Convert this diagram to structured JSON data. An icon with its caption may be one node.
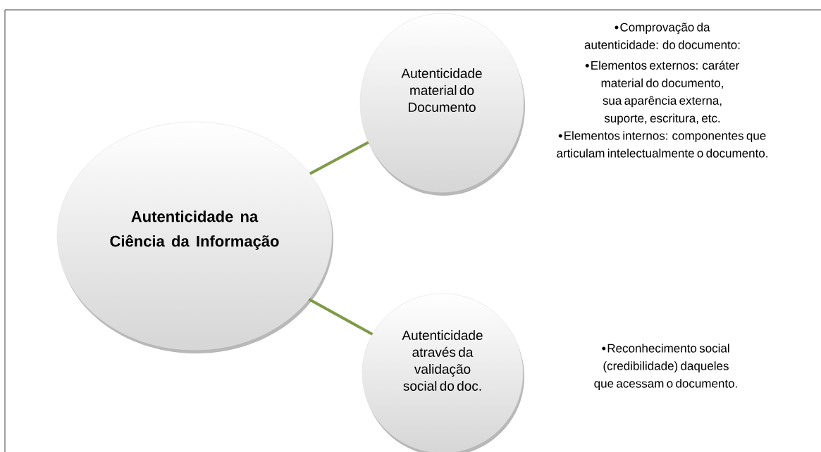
{
  "diagram": {
    "nodes": [
      {
        "text": [
          "Autenticidade na Ciência da Informação"
        ]
      },
      {
        "text": [
          "Autenticidade material do Documento"
        ]
      },
      {
        "text": [
          "Autenticidade através da validação social do doc."
        ]
      }
    ],
    "edges": [
      {
        "from": 0,
        "to": 1,
        "arrow": "none"
      },
      {
        "from": 0,
        "to": 2,
        "arrow": "none"
      }
    ],
    "labels": [
      "Comprovação da autenticidade: do documento:",
      "Elementos externos: caráter material do documento, sua aparência externa, suporte, escritura,  etc.",
      "Elementos internos: componentes que articulam intelectualmente o documento.",
      "Reconhecimento social (credibilidade) daqueles que acessam o documento."
    ]
  }
}
